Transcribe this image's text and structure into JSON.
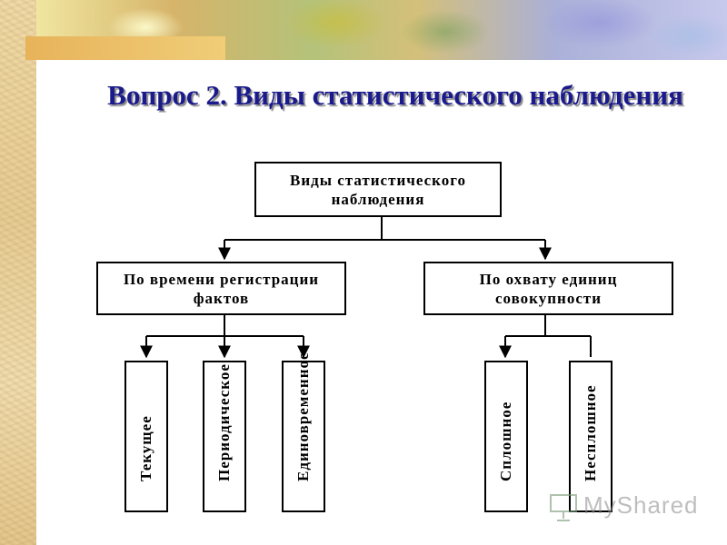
{
  "slide": {
    "title": "Вопрос 2. Виды статистического наблюдения"
  },
  "diagram": {
    "root": "Виды статистического наблюдения",
    "branches": [
      {
        "label": "По времени регистрации фактов",
        "children": [
          "Текущее",
          "Периодическое",
          "Единовременное"
        ]
      },
      {
        "label": "По охвату единиц совокупности",
        "children": [
          "Сплошное",
          "Несплошное"
        ]
      }
    ]
  },
  "watermark": {
    "text": "MyShared",
    "icon": "presentation-icon"
  },
  "colors": {
    "title": "#1a1a8c",
    "border": "#000000"
  }
}
